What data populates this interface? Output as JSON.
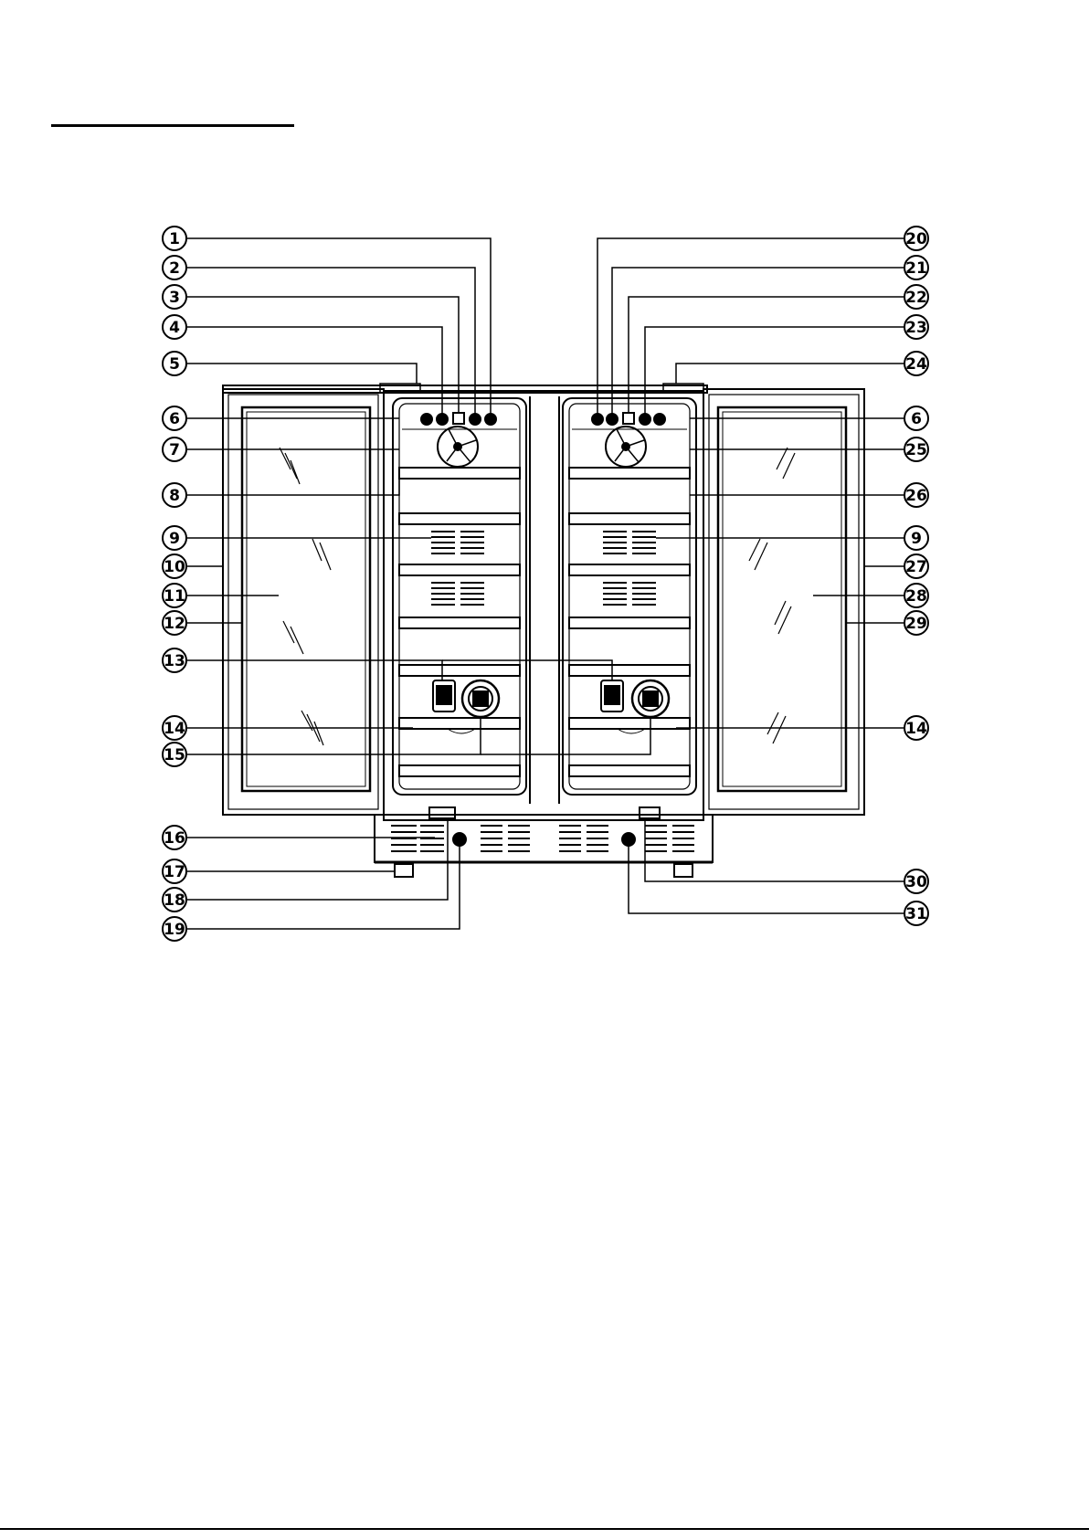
{
  "diagram": {
    "callouts_left": [
      {
        "id": "c1",
        "label": "1"
      },
      {
        "id": "c2",
        "label": "2"
      },
      {
        "id": "c3",
        "label": "3"
      },
      {
        "id": "c4",
        "label": "4"
      },
      {
        "id": "c5",
        "label": "5"
      },
      {
        "id": "c6l",
        "label": "6"
      },
      {
        "id": "c7",
        "label": "7"
      },
      {
        "id": "c8",
        "label": "8"
      },
      {
        "id": "c9l",
        "label": "9"
      },
      {
        "id": "c10",
        "label": "10"
      },
      {
        "id": "c11",
        "label": "11"
      },
      {
        "id": "c12",
        "label": "12"
      },
      {
        "id": "c13",
        "label": "13"
      },
      {
        "id": "c14l",
        "label": "14"
      },
      {
        "id": "c15",
        "label": "15"
      },
      {
        "id": "c16",
        "label": "16"
      },
      {
        "id": "c17",
        "label": "17"
      },
      {
        "id": "c18",
        "label": "18"
      },
      {
        "id": "c19",
        "label": "19"
      }
    ],
    "callouts_right": [
      {
        "id": "c20",
        "label": "20"
      },
      {
        "id": "c21",
        "label": "21"
      },
      {
        "id": "c22",
        "label": "22"
      },
      {
        "id": "c23",
        "label": "23"
      },
      {
        "id": "c24",
        "label": "24"
      },
      {
        "id": "c6r",
        "label": "6"
      },
      {
        "id": "c25a",
        "label": "25"
      },
      {
        "id": "c26",
        "label": "26"
      },
      {
        "id": "c9r",
        "label": "9"
      },
      {
        "id": "c27",
        "label": "27"
      },
      {
        "id": "c28",
        "label": "28"
      },
      {
        "id": "c29",
        "label": "29"
      },
      {
        "id": "c14r",
        "label": "14"
      },
      {
        "id": "c30",
        "label": "30"
      },
      {
        "id": "c31",
        "label": "31"
      }
    ],
    "colors": {
      "ink": "#000000",
      "paper": "#ffffff"
    }
  }
}
